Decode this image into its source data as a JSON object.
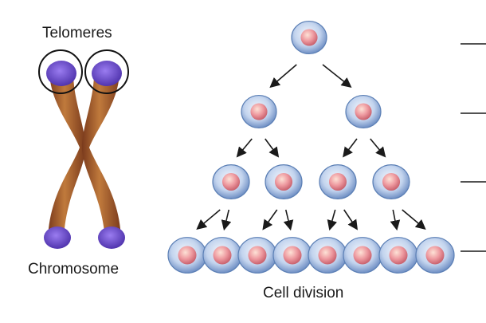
{
  "labels": {
    "telomeres": "Telomeres",
    "chromosome": "Chromosome",
    "cell_division": "Cell division"
  },
  "colors": {
    "chromatid": "#a0522d",
    "chromatid_light": "#c98a4a",
    "telomere": "#5b3fb8",
    "telomere_light": "#8a6ae0",
    "cell_membrane": "#9bb8e0",
    "cell_membrane_edge": "#5b7fb5",
    "nucleus": "#e8919a",
    "nucleus_light": "#f7c6c4",
    "arrow": "#1a1a1a",
    "ring": "#111111",
    "level_line": "#1a1a1a"
  },
  "tree": {
    "levels": 4,
    "branching": 2
  }
}
